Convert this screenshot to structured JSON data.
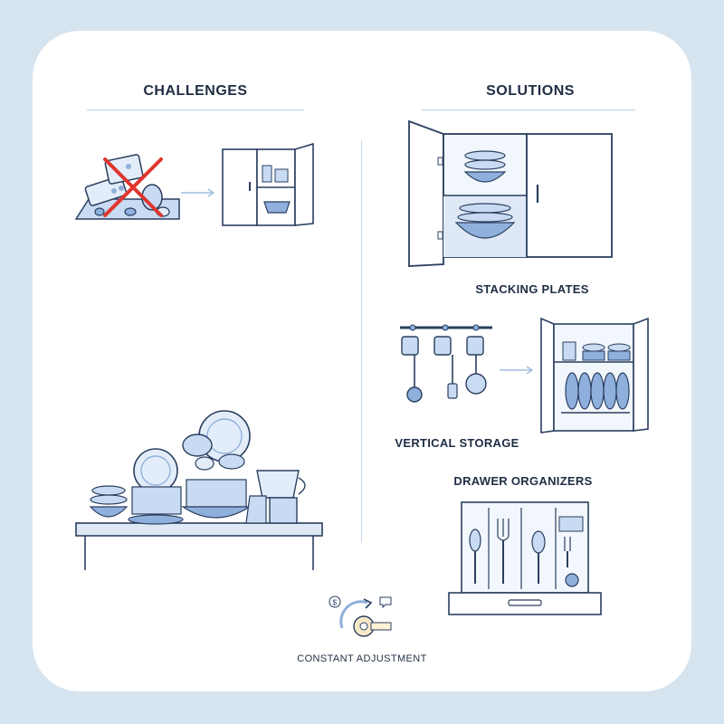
{
  "headers": {
    "challenges": "CHALLENGES",
    "solutions": "SOLUTIONS"
  },
  "labels": {
    "stacking_plates": "STACKING PLATES",
    "vertical_storage": "VERTICAL STORAGE",
    "drawer_organizers": "DRAWER ORGANIZERS",
    "constant_adjustment": "CONSTANT ADJUSTMENT"
  },
  "colors": {
    "background": "#d6e4f0",
    "card": "#ffffff",
    "ink": "#2a3f5f",
    "accent": "#c9dbf2",
    "accent_dark": "#8fb0dc",
    "cross": "#e0352f"
  },
  "icons": [
    "clutter-icon",
    "cross-icon",
    "cabinet-icon",
    "utensil-rail-icon",
    "drawer-icon",
    "tape-measure-icon",
    "cycle-arrow-icon",
    "dollar-bubble-icon",
    "chat-bubble-icon"
  ]
}
